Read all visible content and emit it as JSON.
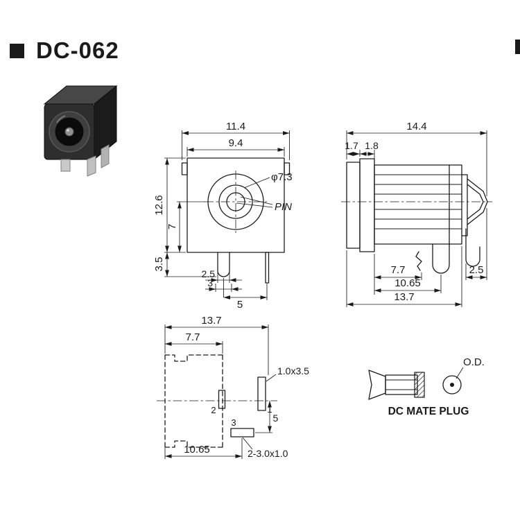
{
  "page": {
    "title": "DC-062"
  },
  "colors": {
    "line": "#1a1a1a",
    "background": "#ffffff"
  },
  "front_view": {
    "dim_width_outer": "11.4",
    "dim_width_inner": "9.4",
    "dim_barrel_dia": "φ7.3",
    "label_pin": "PIN",
    "dim_height_total": "12.6",
    "dim_height_center": "7",
    "dim_height_lug": "3.5",
    "dim_lug_width": "2.5",
    "dim_pin_width": "3",
    "dim_pin_spacing": "5"
  },
  "side_view": {
    "dim_length_total": "14.4",
    "dim_flange_front": "1.7",
    "dim_flange_rear": "1.8",
    "dim_pin2_offset": "7.7",
    "dim_pin3_offset": "10.65",
    "dim_body_length": "13.7",
    "dim_spring_ext": "2.5"
  },
  "bottom_view": {
    "dim_length_total": "13.7",
    "dim_pin2_offset": "7.7",
    "label_slot1_size": "1.0x3.5",
    "label_pin1": "1",
    "label_pin2": "2",
    "label_pin3": "3",
    "dim_pin3_drop": "5",
    "label_slot3_size": "2-3.0x1.0",
    "dim_pin3_offset": "10.65"
  },
  "plug": {
    "label_od": "O.D.",
    "caption": "DC MATE PLUG"
  }
}
